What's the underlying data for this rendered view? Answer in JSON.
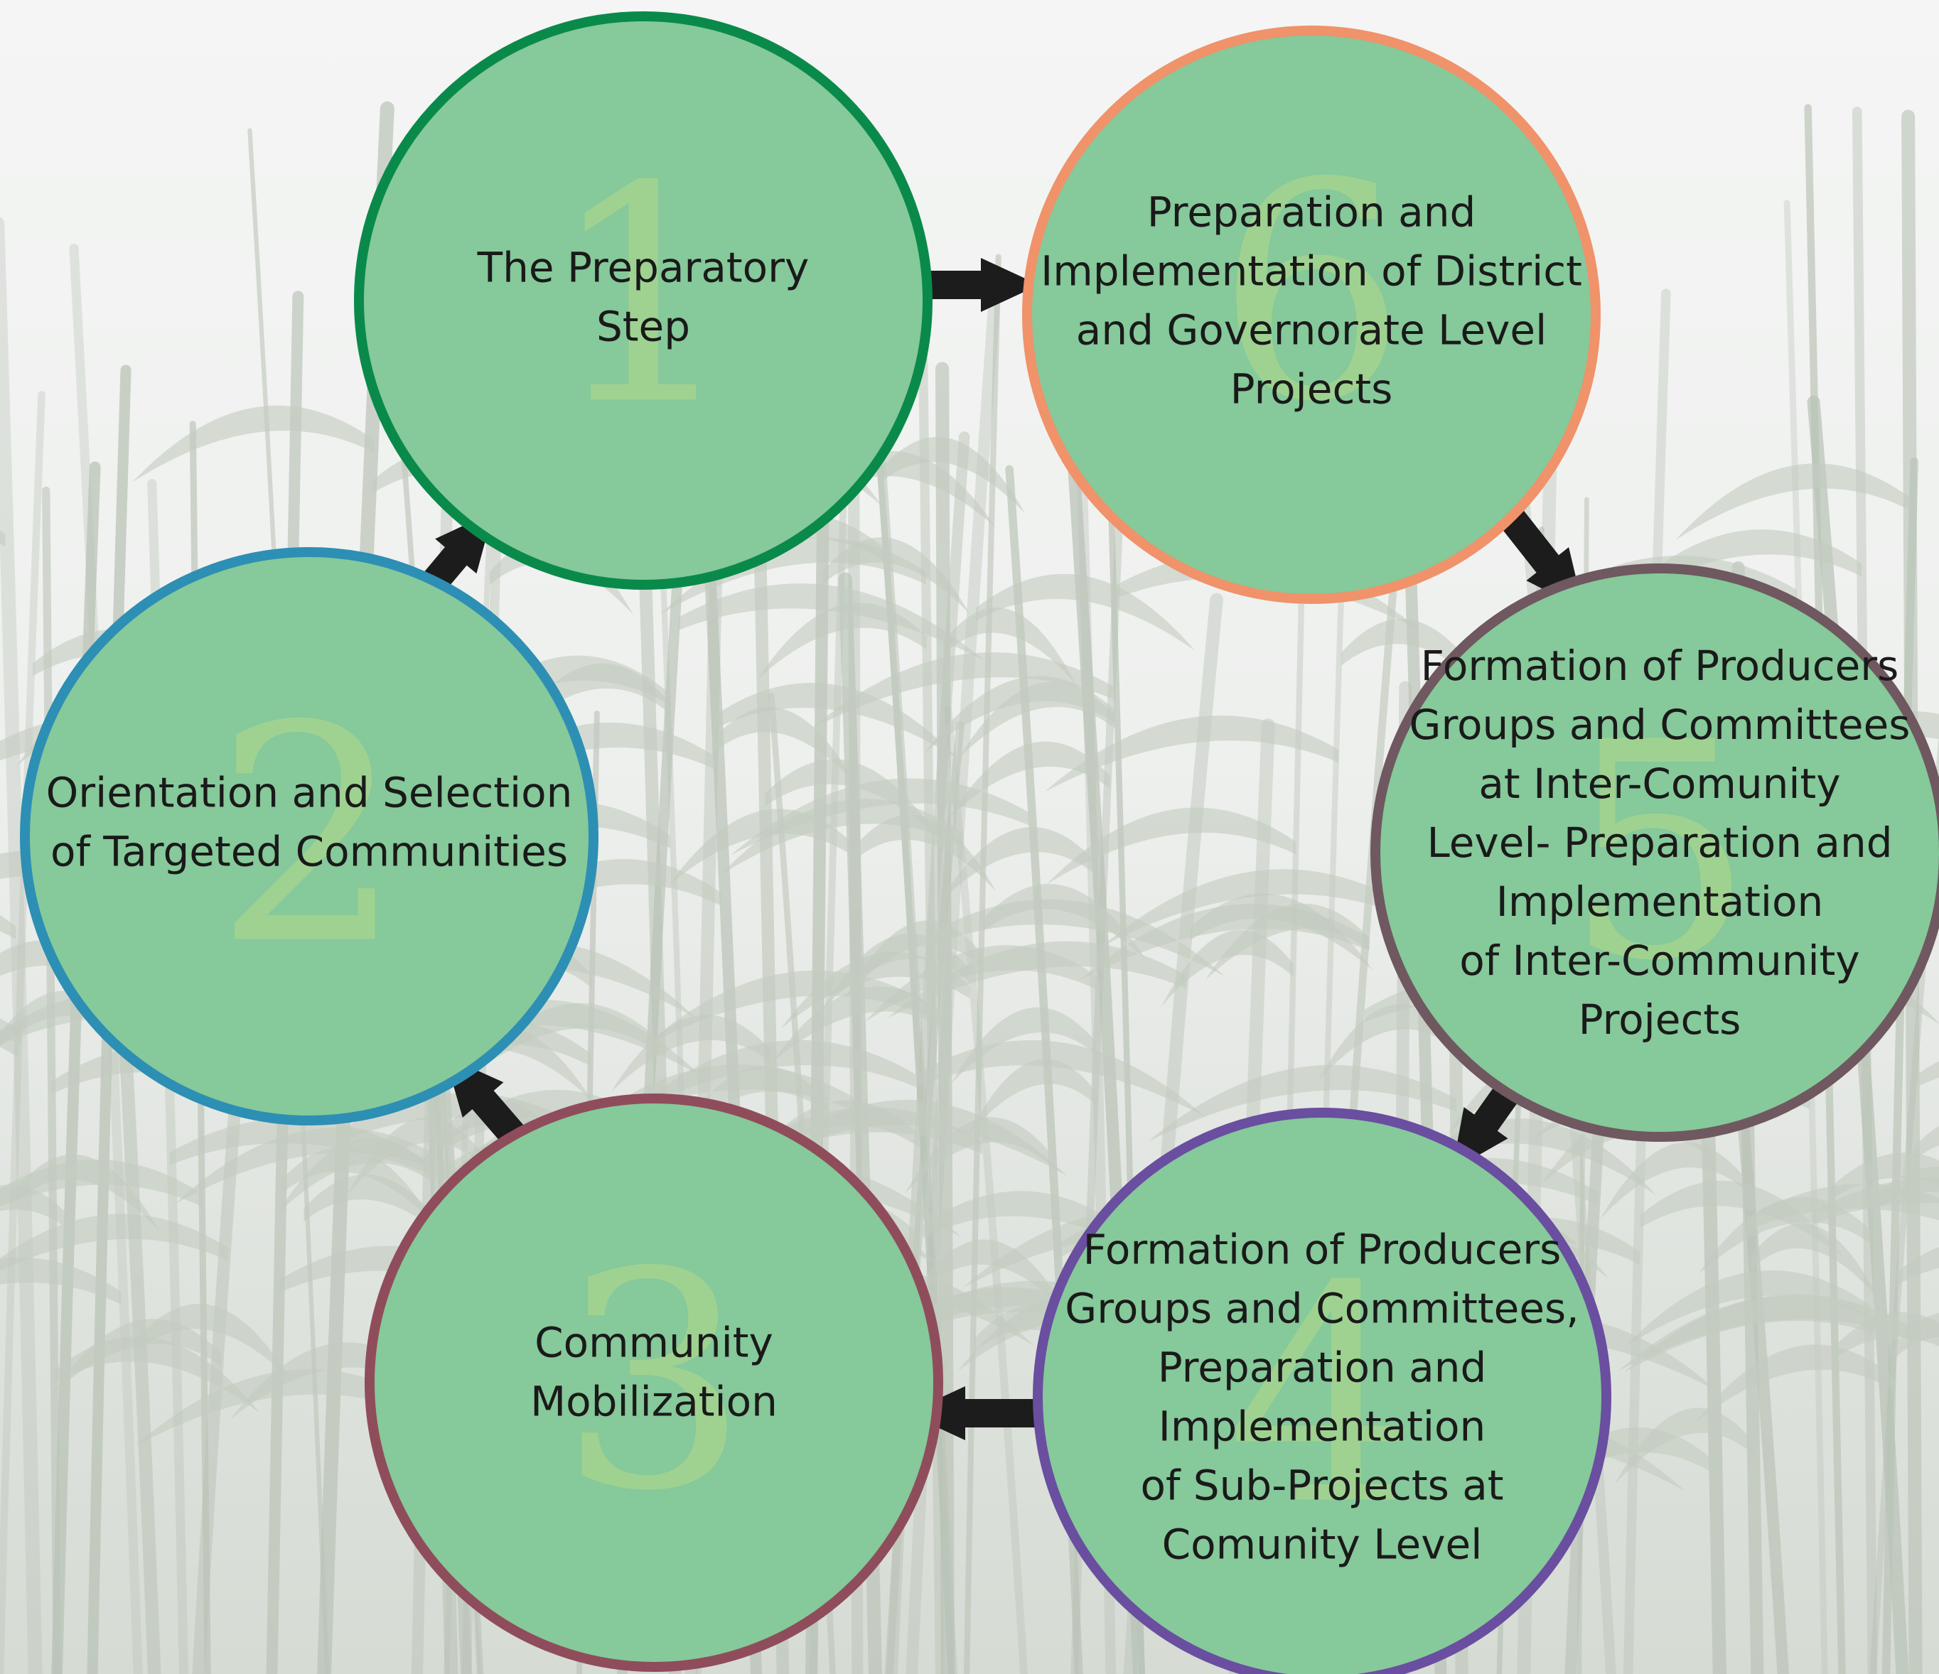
{
  "steps": [
    {
      "id": "step-1",
      "number": "1",
      "label_lines": [
        "The Preparatory",
        "Step"
      ],
      "ring_color": "#0a8a4a"
    },
    {
      "id": "step-2",
      "number": "2",
      "label_lines": [
        "Orientation and Selection",
        "of Targeted Communities"
      ],
      "ring_color": "#2d8fb4"
    },
    {
      "id": "step-3",
      "number": "3",
      "label_lines": [
        "Community",
        "Mobilization"
      ],
      "ring_color": "#8f4d5b"
    },
    {
      "id": "step-4",
      "number": "4",
      "label_lines": [
        "Formation of Producers",
        "Groups and Committees,",
        "Preparation and",
        "Implementation",
        "of Sub-Projects at",
        "Comunity Level"
      ],
      "ring_color": "#6a4ea0"
    },
    {
      "id": "step-5",
      "number": "5",
      "label_lines": [
        "Formation of Producers",
        "Groups and Committees",
        "at Inter-Comunity",
        "Level- Preparation and",
        "Implementation",
        "of Inter-Community",
        "Projects"
      ],
      "ring_color": "#6f5860"
    },
    {
      "id": "step-6",
      "number": "6",
      "label_lines": [
        "Preparation and",
        "Implementation of District",
        "and Governorate Level",
        "Projects"
      ],
      "ring_color": "#f0926a"
    }
  ],
  "flow": [
    {
      "from": "step-1",
      "to": "step-6"
    },
    {
      "from": "step-6",
      "to": "step-5"
    },
    {
      "from": "step-5",
      "to": "step-4"
    },
    {
      "from": "step-4",
      "to": "step-3"
    },
    {
      "from": "step-3",
      "to": "step-2"
    },
    {
      "from": "step-2",
      "to": "step-1"
    }
  ],
  "colors": {
    "circle_fill": "#86c99a",
    "number_watermark": "#b5d98a",
    "arrow": "#1c1c1c",
    "background": "#eceeec"
  },
  "background_image": "cornfield-photo"
}
